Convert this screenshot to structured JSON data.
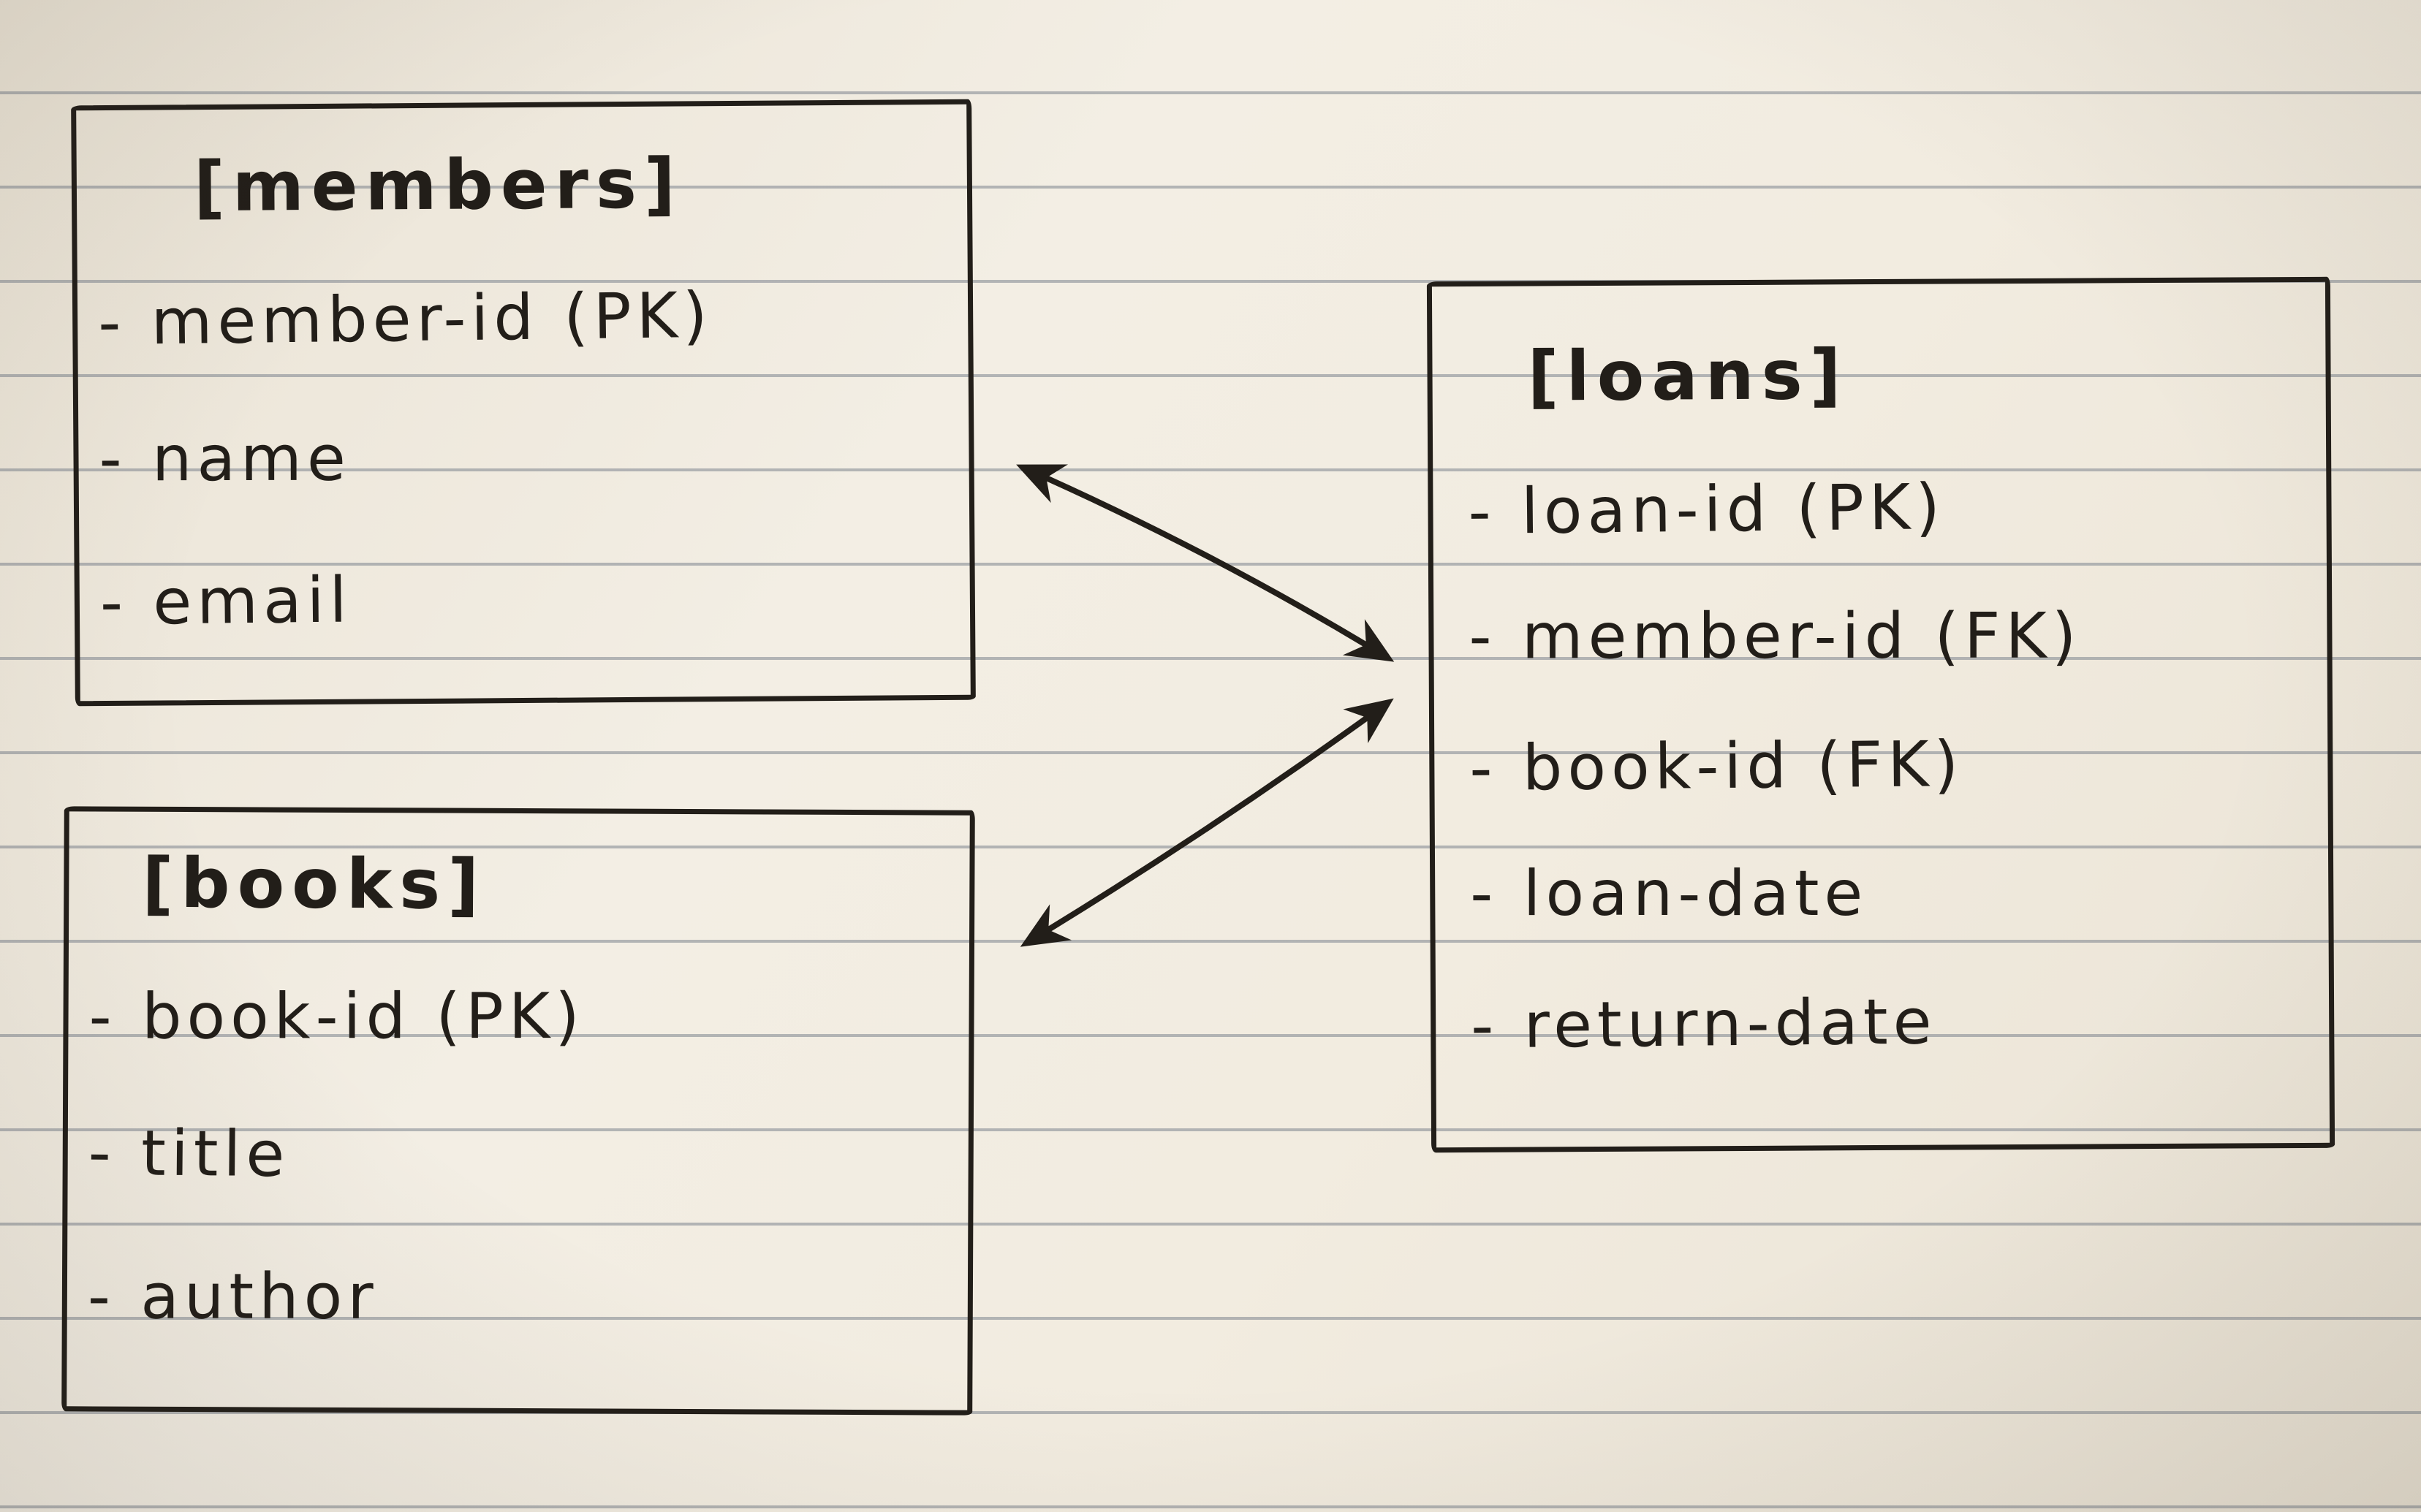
{
  "diagram": {
    "tables": {
      "members": {
        "title": "[members]",
        "fields": [
          "- member-id (PK)",
          "- name",
          "- email"
        ]
      },
      "books": {
        "title": "[books]",
        "fields": [
          "- book-id (PK)",
          "- title",
          "- author"
        ]
      },
      "loans": {
        "title": "[loans]",
        "fields": [
          "- loan-id (PK)",
          "- member-id (FK)",
          "- book-id (FK)",
          "- loan-date",
          "- return-date"
        ]
      }
    },
    "relations": [
      {
        "from": "members",
        "to": "loans",
        "arrow": "double-headed"
      },
      {
        "from": "books",
        "to": "loans",
        "arrow": "double-headed"
      }
    ],
    "colors": {
      "ink": "#221e19",
      "paper": "#f2ece0",
      "rule_line": "#7d848e"
    }
  }
}
